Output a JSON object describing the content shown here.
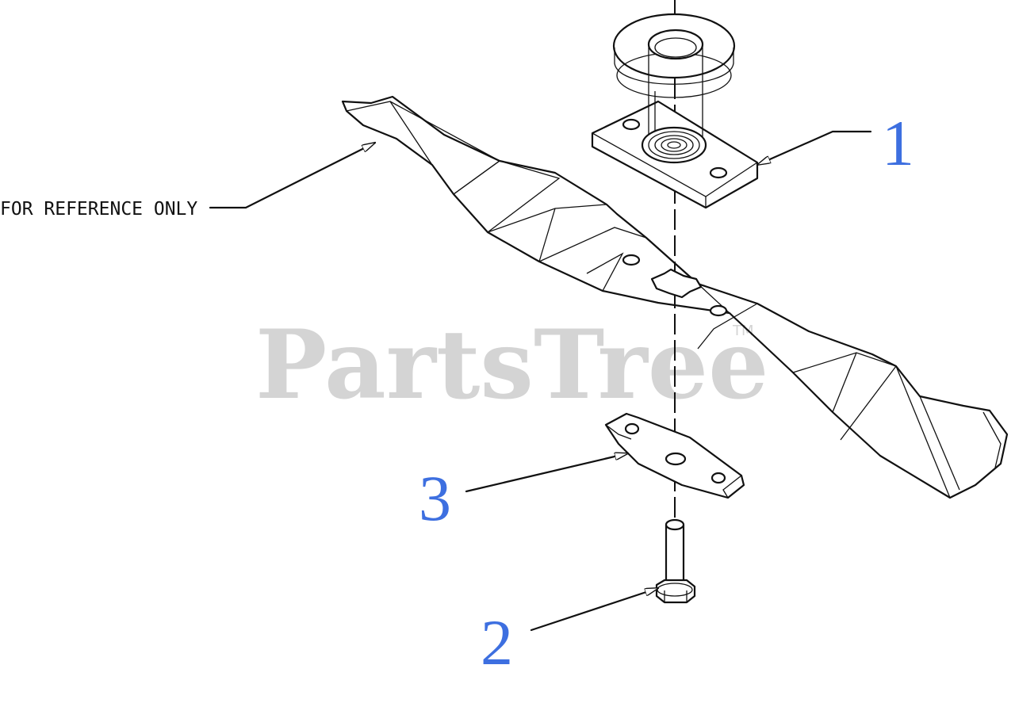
{
  "watermark": {
    "brand": "PartsTree",
    "trademark": "TM"
  },
  "reference_note": "FOR REFERENCE ONLY",
  "callouts": [
    {
      "label": "1",
      "part": "pulley-assembly"
    },
    {
      "label": "2",
      "part": "bolt"
    },
    {
      "label": "3",
      "part": "blade-adapter"
    }
  ],
  "colors": {
    "callout": "#3d6fe0",
    "line": "#111111",
    "watermark": "#d4d4d4"
  }
}
